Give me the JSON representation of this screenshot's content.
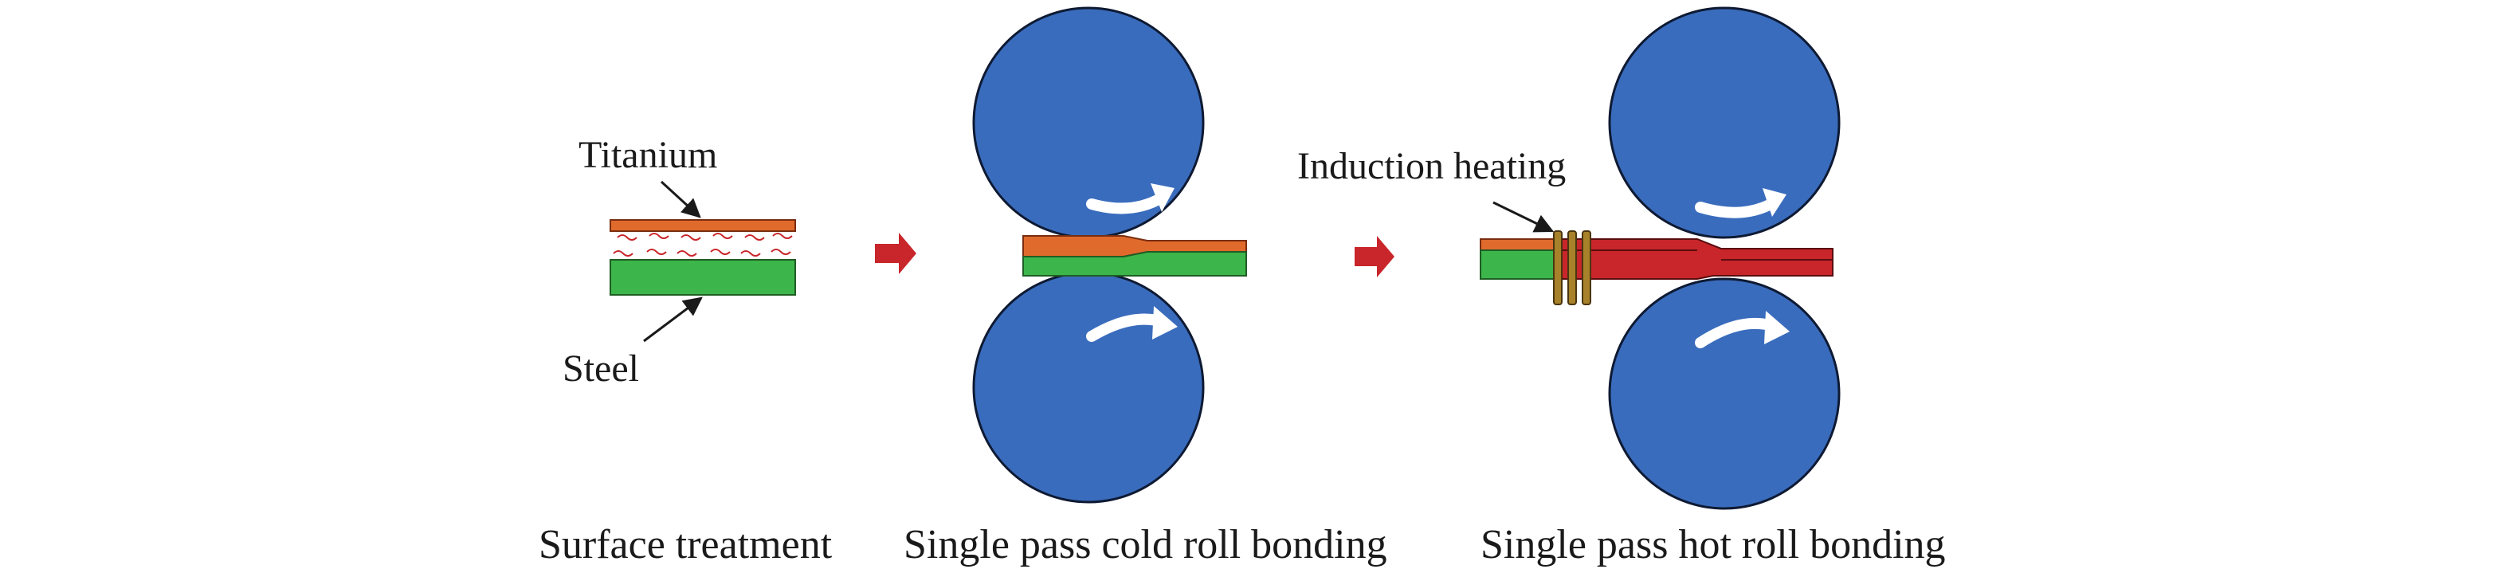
{
  "panels": {
    "surface": {
      "caption": "Surface treatment",
      "label_top": "Titanium",
      "label_bottom": "Steel"
    },
    "cold": {
      "caption": "Single pass cold roll bonding"
    },
    "hot": {
      "caption": "Single pass hot roll bonding",
      "label_heating": "Induction heating"
    }
  },
  "colors": {
    "roller": "#3a6cbd",
    "titanium": "#e06a2c",
    "steel": "#3cb54a",
    "bonded_hot": "#c8262a",
    "process_arrow": "#c8262a",
    "coil": "#a8822a",
    "rotation_arrow": "#ffffff"
  },
  "icons": {
    "process_arrow": "right-arrow-icon",
    "rotation_arrow": "curved-arrow-icon"
  }
}
